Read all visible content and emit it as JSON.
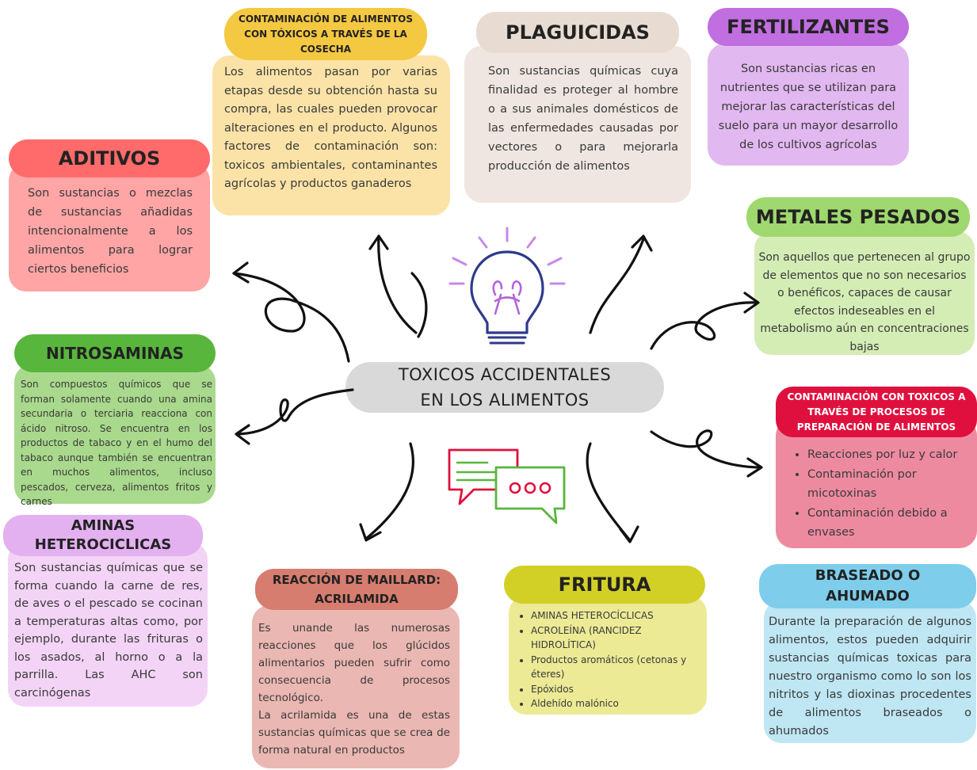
{
  "center_title": [
    "TOXICOS ACCIDENTALES",
    "EN LOS ALIMENTOS"
  ],
  "aditivos": {
    "title": "ADITIVOS",
    "text": "Son sustancias o mezclas de sustancias añadidas intencionalmente a los alimentos para lograr ciertos beneficios"
  },
  "cosecha": {
    "title": "CONTAMINACIÓN DE ALIMENTOS CON TÓXICOS A TRAVÉS DE LA COSECHA",
    "text": "Los alimentos pasan por varias etapas desde su obtención hasta su compra, las cuales pueden provocar alteraciones en el producto. Algunos factores de contaminación son: toxicos ambientales, contaminantes agrícolas y productos ganaderos"
  },
  "plaguicidas": {
    "title": "PLAGUICIDAS",
    "text": "Son sustancias químicas cuya finalidad es proteger al hombre o a sus animales domésticos de las enfermedades causadas por vectores o para mejorarla producción de alimentos"
  },
  "fertilizantes": {
    "title": "FERTILIZANTES",
    "text": "Son sustancias ricas en nutrientes que se utilizan para mejorar las características del suelo para un mayor desarrollo de los cultivos agrícolas"
  },
  "metales": {
    "title": "METALES PESADOS",
    "text": "Son aquellos que pertenecen al grupo de elementos que no son necesarios o benéficos, capaces de causar efectos indeseables en el metabolismo aún en concentraciones bajas"
  },
  "nitrosaminas": {
    "title": "NITROSAMINAS",
    "text": "Son compuestos químicos que se forman solamente cuando una amina secundaria o terciaria reacciona con ácido nitroso. Se encuentra en los productos de tabaco y en el humo del tabaco aunque también se encuentran en muchos alimentos, incluso pescados, cerveza, alimentos fritos y carnes"
  },
  "procesos": {
    "title": "CONTAMINACIÓN CON TOXICOS A TRAVÉS DE PROCESOS DE PREPARACIÓN DE ALIMENTOS",
    "items": [
      "Reacciones por luz y calor",
      "Contaminación por micotoxinas",
      "Contaminación debido a envases"
    ]
  },
  "aminas": {
    "title": "AMINAS HETEROCICLICAS",
    "text": "Son sustancias químicas que se forma cuando la carne de res, de aves o el pescado se cocinan a temperaturas altas como, por ejemplo, durante las frituras o los asados, al horno o a la parrilla. Las AHC son carcinógenas"
  },
  "maillard": {
    "title": "REACCIÓN DE MAILLARD: ACRILAMIDA",
    "text1": "Es unande las numerosas reacciones que los glúcidos alimentarios pueden sufrir como consecuencia de procesos tecnológico.",
    "text2": "La acrilamida es una de estas sustancias químicas que se crea de forma natural en productos"
  },
  "fritura": {
    "title": "FRITURA",
    "items": [
      "AMINAS HETEROCÍCLICAS",
      "ACROLEÍNA (RANCIDEZ HIDROLÍTICA)",
      "Productos aromáticos (cetonas y éteres)",
      "Epóxidos",
      "Aldehído malónico"
    ]
  },
  "braseado": {
    "title": "BRASEADO O AHUMADO",
    "text": "Durante la preparación de algunos alimentos, estos pueden adquirir sustancias químicas toxicas para nuestro organismo como lo son los nitritos y las dioxinas procedentes de alimentos braseados o ahumados"
  },
  "colors": {
    "aditivos_head": "#ff6b6b",
    "aditivos_body": "#ffa5a5",
    "cosecha_head": "#f5c842",
    "cosecha_body": "#fbe3a7",
    "plaguicidas_head": "#e8dcd2",
    "plaguicidas_body": "#efe6e1",
    "fertilizantes_head": "#c16ee0",
    "fertilizantes_body": "#e2b8f0",
    "metales_head": "#9fd86e",
    "metales_body": "#d4edb5",
    "nitrosaminas_head": "#58b63c",
    "nitrosaminas_body": "#a9d98c",
    "procesos_head": "#e0103e",
    "procesos_body": "#ee8aa0",
    "aminas_head": "#e3b0f0",
    "aminas_body": "#f3d4f6",
    "maillard_head": "#d67d6f",
    "maillard_body": "#eab7b2",
    "fritura_head": "#d2d027",
    "fritura_body": "#ecea95",
    "braseado_head": "#7ecdeb",
    "braseado_body": "#bfe6f3",
    "center": "#d9d9d9"
  },
  "icons": [
    "lightbulb-icon",
    "chat-bubbles-icon"
  ]
}
